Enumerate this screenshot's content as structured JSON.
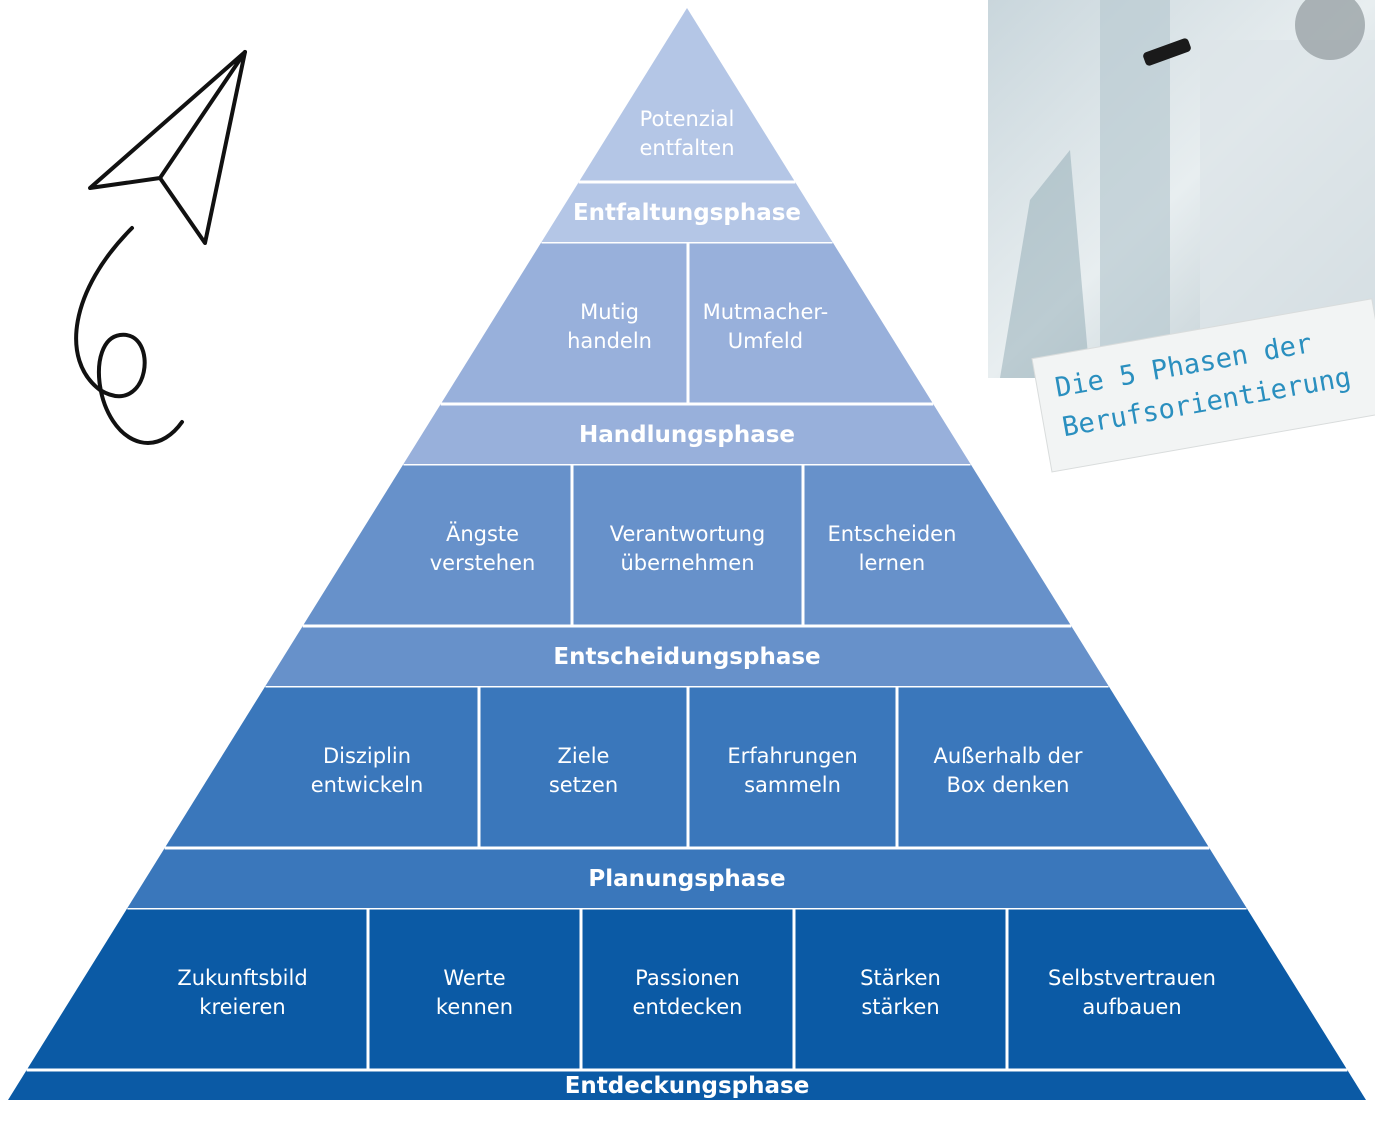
{
  "pyramid": {
    "levels": [
      {
        "phase": "Entdeckungsphase",
        "cells": [
          [
            "Zukunftsbild",
            "kreieren"
          ],
          [
            "Werte",
            "kennen"
          ],
          [
            "Passionen",
            "entdecken"
          ],
          [
            "Stärken",
            "stärken"
          ],
          [
            "Selbstvertrauen",
            "aufbauen"
          ]
        ],
        "color": "#0b5aa5"
      },
      {
        "phase": "Planungsphase",
        "cells": [
          [
            "Disziplin",
            "entwickeln"
          ],
          [
            "Ziele",
            "setzen"
          ],
          [
            "Erfahrungen",
            "sammeln"
          ],
          [
            "Außerhalb der",
            "Box denken"
          ]
        ],
        "color": "#3a77bb"
      },
      {
        "phase": "Entscheidungsphase",
        "cells": [
          [
            "Ängste",
            "verstehen"
          ],
          [
            "Verantwortung",
            "übernehmen"
          ],
          [
            "Entscheiden",
            "lernen"
          ]
        ],
        "color": "#6791ca"
      },
      {
        "phase": "Handlungsphase",
        "cells": [
          [
            "Mutig",
            "handeln"
          ],
          [
            "Mutmacher-",
            "Umfeld"
          ]
        ],
        "color": "#98b0db"
      },
      {
        "phase": "Entfaltungsphase",
        "cells": [],
        "color": "#b4c6e6"
      }
    ],
    "apex": {
      "lines": [
        "Potenzial",
        "entfalten"
      ],
      "color": "#b4c6e6"
    }
  },
  "note": {
    "lines": [
      "Die 5 Phasen der",
      "Berufsorientierung"
    ]
  },
  "icons": {
    "doodle": "paper-plane-icon",
    "photo": "photo-person-icon"
  }
}
